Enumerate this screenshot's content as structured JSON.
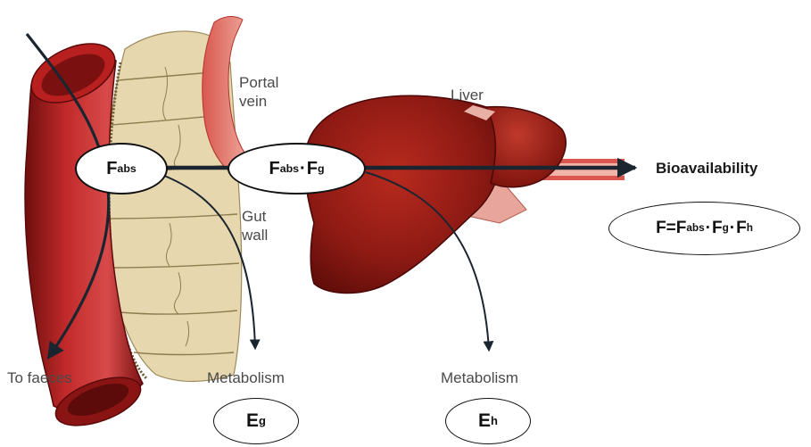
{
  "labels": {
    "portal_vein": [
      "Portal",
      "vein"
    ],
    "liver": "Liver",
    "gut_wall": [
      "Gut",
      "wall"
    ],
    "to_faeces": "To faeces",
    "metabolism_gut": "Metabolism",
    "metabolism_liver": "Metabolism",
    "bioavailability": "Bioavailability"
  },
  "ovals": {
    "f_abs": {
      "base": "F",
      "sub": "abs"
    },
    "f_abs_f_g": {
      "part1_base": "F",
      "part1_sub": "abs",
      "separator": "·",
      "part2_base": "F",
      "part2_sub": "g"
    },
    "formula": {
      "prefix": "F=",
      "t1_base": "F",
      "t1_sub": "abs",
      "sep1": "·",
      "t2_base": "F",
      "t2_sub": "g",
      "sep2": "·",
      "t3_base": "F",
      "t3_sub": "h"
    },
    "e_g": {
      "base": "E",
      "sub": "g"
    },
    "e_h": {
      "base": "E",
      "sub": "h"
    }
  },
  "colors": {
    "vessel_red": "#9e1b1b",
    "liver_red": "#8e1a14",
    "gut_cell": "#e9dcb8",
    "portal_pink": "#e8a39a",
    "arrow": "#1a2530"
  }
}
